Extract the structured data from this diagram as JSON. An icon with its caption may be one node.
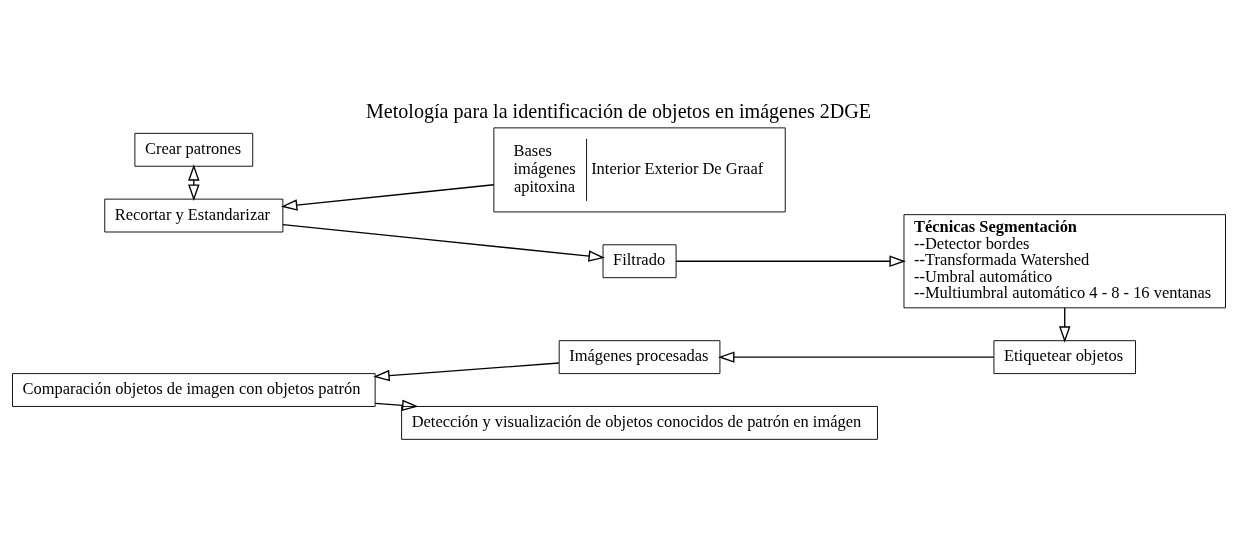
{
  "diagram": {
    "title": "Metología para la identificación de objetos en imágenes 2DGE",
    "nodes": [
      {
        "text": [
          "Crear patrones"
        ]
      },
      {
        "text": [
          "Bases imágenes apitoxina",
          "Interior Exterior De Graaf"
        ]
      },
      {
        "text": [
          "Recortar y Estandarizar"
        ]
      },
      {
        "text": [
          "Filtrado"
        ]
      },
      {
        "text": [
          "Técnicas Segmentación",
          "--Detector bordes",
          "--Transformada Watershed",
          "--Umbral automático",
          "--Multiumbral automático 4 - 8 - 16 ventanas"
        ]
      },
      {
        "text": [
          "Etiquetear objetos"
        ]
      },
      {
        "text": [
          "Imágenes procesadas"
        ]
      },
      {
        "text": [
          "Comparación objetos de imagen con objetos patrón"
        ]
      },
      {
        "text": [
          "Detección y visualización de objetos conocidos de patrón en imágen"
        ]
      }
    ],
    "edges": [
      {
        "from": 0,
        "to": 2,
        "arrow": "both"
      },
      {
        "from": 1,
        "to": 2,
        "arrow": "to"
      },
      {
        "from": 2,
        "to": 3,
        "arrow": "to"
      },
      {
        "from": 3,
        "to": 4,
        "arrow": "to"
      },
      {
        "from": 4,
        "to": 5,
        "arrow": "to"
      },
      {
        "from": 5,
        "to": 6,
        "arrow": "to"
      },
      {
        "from": 6,
        "to": 7,
        "arrow": "to"
      },
      {
        "from": 7,
        "to": 8,
        "arrow": "to"
      }
    ]
  }
}
